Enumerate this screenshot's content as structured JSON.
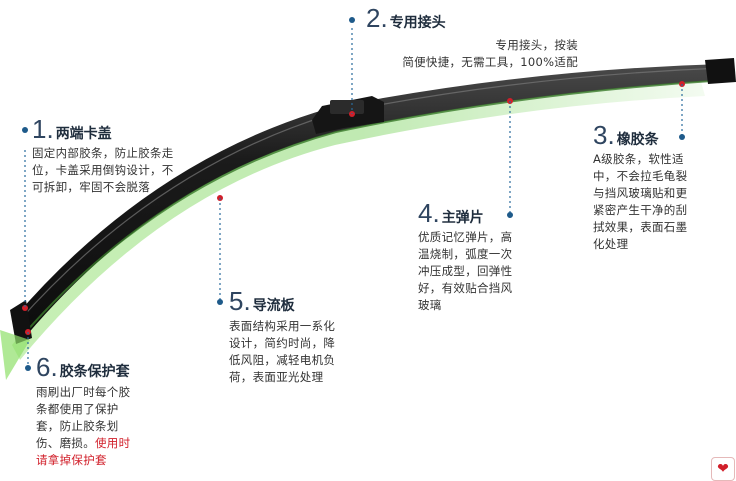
{
  "callouts": {
    "c1": {
      "num": "1.",
      "title": "两端卡盖",
      "lines": [
        "固定内部胶条，防止胶条走",
        "位，卡盖采用倒钩设计，不",
        "可拆卸，牢固不会脱落"
      ]
    },
    "c2": {
      "num": "2.",
      "title": "专用接头",
      "lines": [
        "专用接头，按装",
        "简便快捷，无需工具，100%适配"
      ]
    },
    "c3": {
      "num": "3.",
      "title": "橡胶条",
      "lines": [
        "A级胶条，软性适",
        "中，不会拉毛龟裂",
        "与挡风玻璃贴和更",
        "紧密产生干净的刮",
        "拭效果，表面石墨",
        "化处理"
      ]
    },
    "c4": {
      "num": "4.",
      "title": "主弹片",
      "lines": [
        "优质记忆弹片，高",
        "温烧制，弧度一次",
        "冲压成型，回弹性",
        "好，有效贴合挡风",
        "玻璃"
      ]
    },
    "c5": {
      "num": "5.",
      "title": "导流板",
      "lines": [
        "表面结构采用一系化",
        "设计，简约时尚，降",
        "低风阻，减轻电机负",
        "荷，表面亚光处理"
      ]
    },
    "c6": {
      "num": "6.",
      "title": "胶条保护套",
      "lines": [
        "雨刷出厂时每个胶",
        "条都使用了保护",
        "套，防止胶条划",
        "伤、磨损。"
      ],
      "red_inline": "使用时",
      "red_line": "请拿掉保护套"
    }
  },
  "colors": {
    "accent": "#1e5a8a",
    "blade": "#1a1a1a",
    "glow": "#7ed957",
    "red": "#d11f2a"
  },
  "icons": {
    "corner": "heart-icon"
  }
}
